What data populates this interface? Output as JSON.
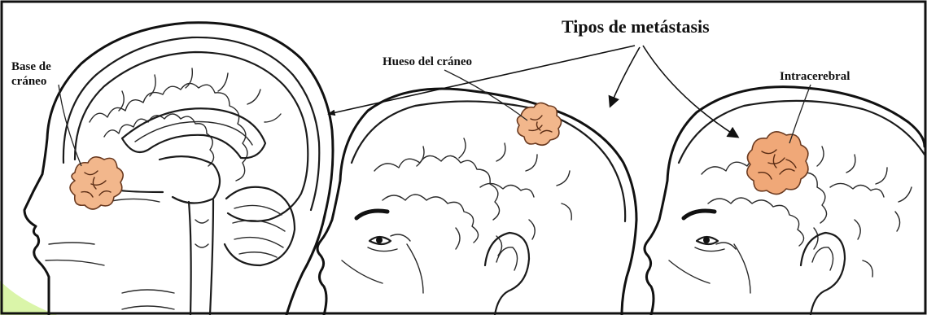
{
  "title": "Tipos de metástasis",
  "labels": {
    "skull_base_line1": "Base de",
    "skull_base_line2": "cráneo",
    "skull_bone": "Hueso del cráneo",
    "intracerebral": "Intracerebral"
  },
  "colors": {
    "border": "#111111",
    "tumor": "#f2b78c",
    "ink": "#1b1b1b",
    "corner_accent": "#c8ef7a"
  }
}
